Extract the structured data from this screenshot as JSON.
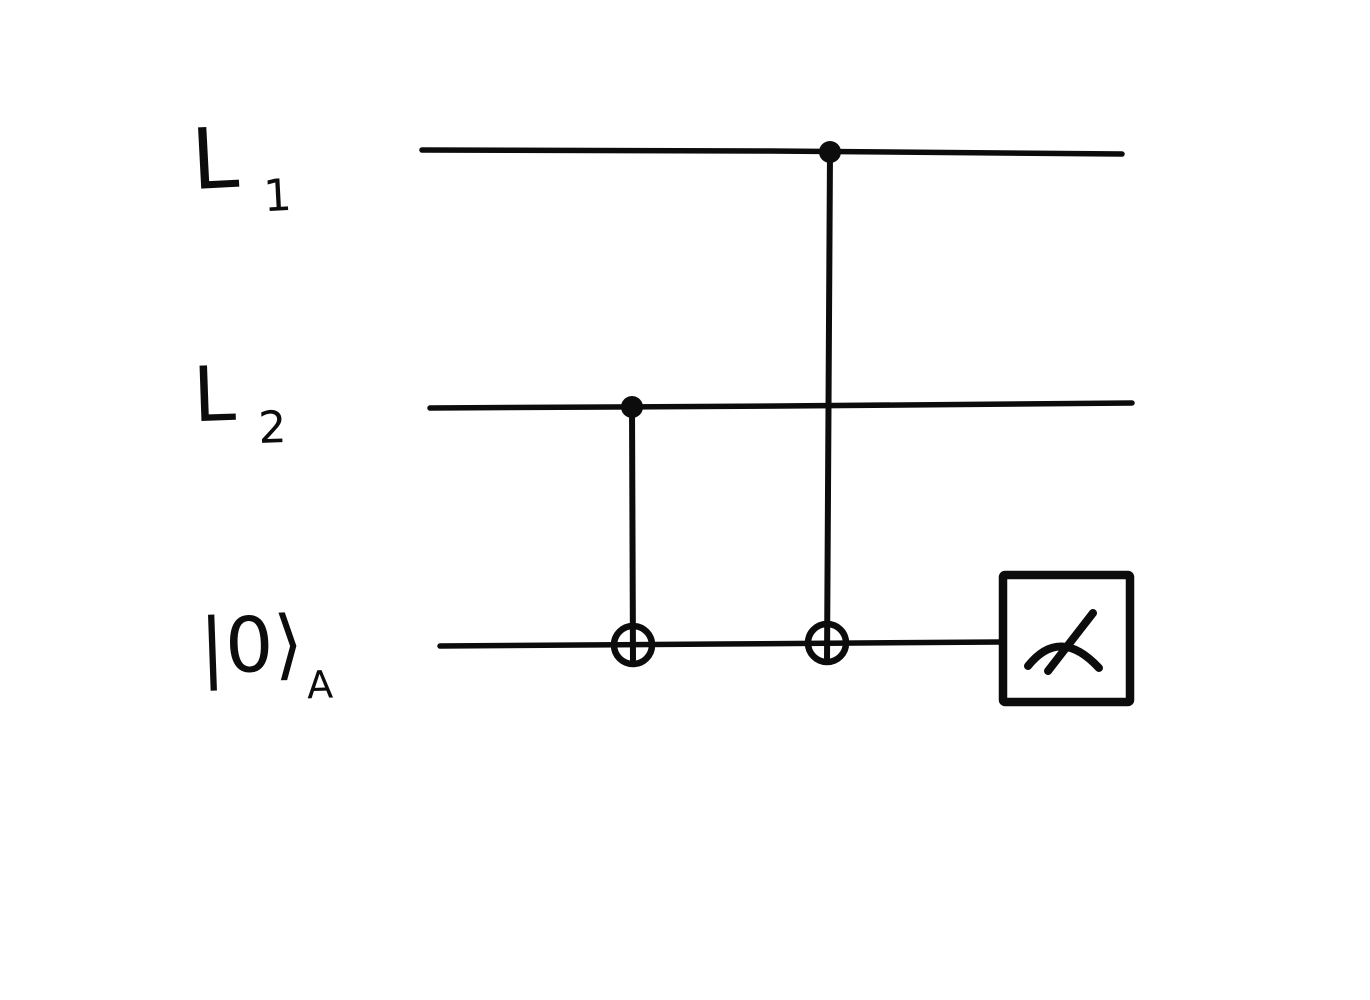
{
  "page": {
    "background_color": "#ffffff",
    "ink_color": "#0c0c0c"
  },
  "diagram": {
    "type": "quantum-circuit-sketch",
    "wires": [
      {
        "name": "logical-qubit-1",
        "label_main": "L",
        "label_sub": "1"
      },
      {
        "name": "logical-qubit-2",
        "label_main": "L",
        "label_sub": "2"
      },
      {
        "name": "ancilla-qubit",
        "label_main": "|0⟩",
        "label_sub": "A"
      }
    ],
    "gates": [
      {
        "type": "CNOT",
        "control_wire": "L2",
        "target_wire": "ancilla"
      },
      {
        "type": "CNOT",
        "control_wire": "L1",
        "target_wire": "ancilla"
      },
      {
        "type": "measurement",
        "wire": "ancilla"
      }
    ]
  }
}
